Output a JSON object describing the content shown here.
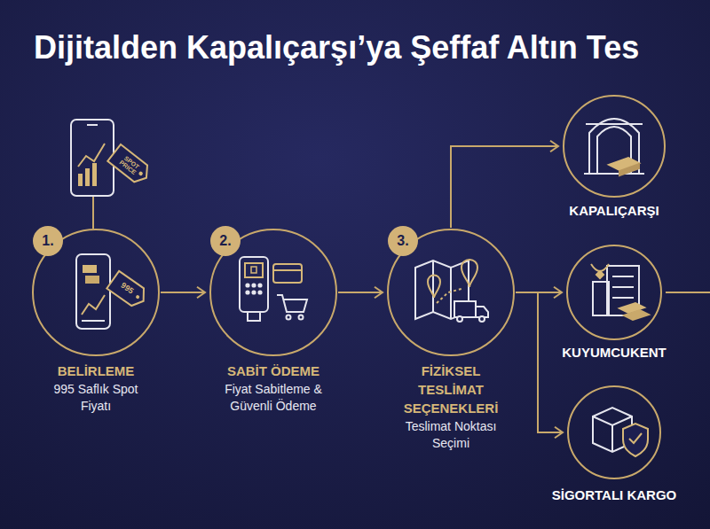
{
  "diagram": {
    "title": "Dijitalden Kapalıçarşı’ya Şeffaf Altın Tes",
    "nodes": [
      {
        "text": [
          "1.",
          "BELİRLEME",
          "995 Saflık Spot Fiyatı"
        ]
      },
      {
        "text": [
          "2.",
          "SABİT ÖDEME",
          "Fiyat Sabitleme & Güvenli Ödeme"
        ]
      },
      {
        "text": [
          "3.",
          "FİZİKSEL TESLİMAT SEÇENEKLERİ",
          "Teslimat Noktası Seçimi"
        ]
      },
      {
        "text": [
          "KAPALIÇARŞI"
        ]
      },
      {
        "text": [
          "KUYUMCUKENT"
        ]
      },
      {
        "text": [
          "SİGORTALI KARGO"
        ]
      }
    ],
    "edges": [
      {
        "from": 0,
        "to": 1,
        "arrow": "to"
      },
      {
        "from": 1,
        "to": 2,
        "arrow": "to"
      },
      {
        "from": 2,
        "to": 3,
        "arrow": "to"
      },
      {
        "from": 2,
        "to": 4,
        "arrow": "to"
      },
      {
        "from": 2,
        "to": 5,
        "arrow": "to"
      }
    ],
    "labels": [
      "SPOT PRICE",
      "995"
    ]
  }
}
